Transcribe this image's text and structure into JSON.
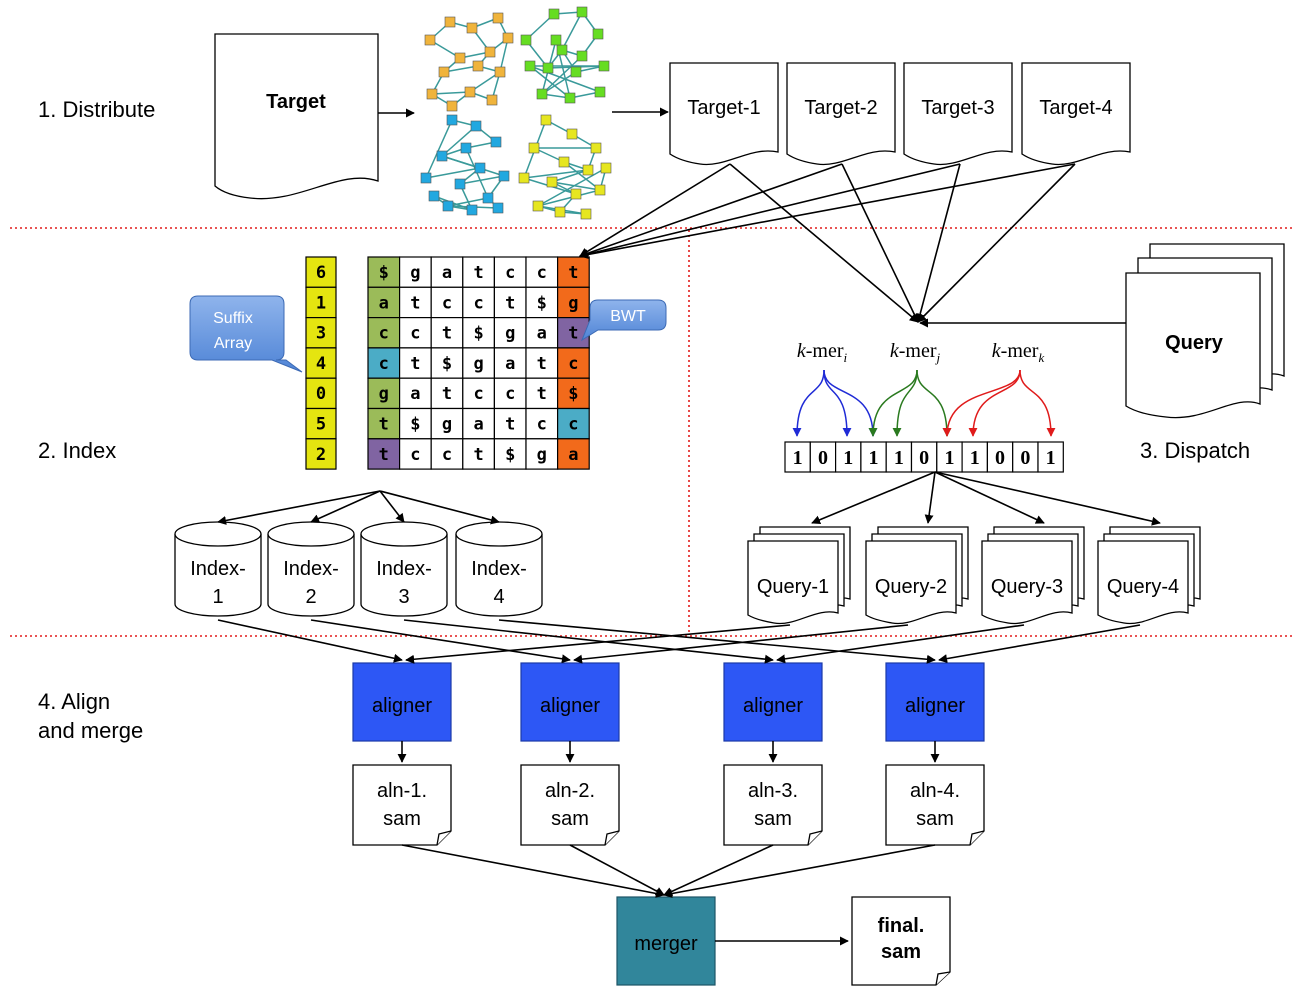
{
  "stages": {
    "distribute": "1. Distribute",
    "index": "2. Index",
    "dispatch": "3. Dispatch",
    "align_line1": "4. Align",
    "align_line2": "and merge"
  },
  "target": {
    "label": "Target"
  },
  "target_parts": [
    "Target-1",
    "Target-2",
    "Target-3",
    "Target-4"
  ],
  "bwt_matrix": {
    "suffix_array": [
      "6",
      "1",
      "3",
      "4",
      "0",
      "5",
      "2"
    ],
    "rows": [
      [
        "$",
        "g",
        "a",
        "t",
        "c",
        "c",
        "t"
      ],
      [
        "a",
        "t",
        "c",
        "c",
        "t",
        "$",
        "g"
      ],
      [
        "c",
        "c",
        "t",
        "$",
        "g",
        "a",
        "t"
      ],
      [
        "c",
        "t",
        "$",
        "g",
        "a",
        "t",
        "c"
      ],
      [
        "g",
        "a",
        "t",
        "c",
        "c",
        "t",
        "$"
      ],
      [
        "t",
        "$",
        "g",
        "a",
        "t",
        "c",
        "c"
      ],
      [
        "t",
        "c",
        "c",
        "t",
        "$",
        "g",
        "a"
      ]
    ],
    "first_col_colors": [
      "#9bbb59",
      "#9bbb59",
      "#9bbb59",
      "#4bacc6",
      "#9bbb59",
      "#9bbb59",
      "#8064a2"
    ],
    "last_col_colors": [
      "#f26a1b",
      "#f26a1b",
      "#8064a2",
      "#f26a1b",
      "#f26a1b",
      "#4bacc6",
      "#f26a1b"
    ],
    "suffix_color": "#e5e510"
  },
  "callouts": {
    "suffix_array_line1": "Suffix",
    "suffix_array_line2": "Array",
    "bwt": "BWT"
  },
  "indexes": [
    {
      "line1": "Index-",
      "line2": "1"
    },
    {
      "line1": "Index-",
      "line2": "2"
    },
    {
      "line1": "Index-",
      "line2": "3"
    },
    {
      "line1": "Index-",
      "line2": "4"
    }
  ],
  "query": {
    "label": "Query"
  },
  "kmers": [
    {
      "text": "k",
      "suffix": "-mer",
      "sub": "i",
      "color": "#1f2bd6"
    },
    {
      "text": "k",
      "suffix": "-mer",
      "sub": "j",
      "color": "#2a7a1f"
    },
    {
      "text": "k",
      "suffix": "-mer",
      "sub": "k",
      "color": "#e01b1b"
    }
  ],
  "bit_array": [
    "1",
    "0",
    "1",
    "1",
    "1",
    "0",
    "1",
    "1",
    "0",
    "0",
    "1"
  ],
  "query_parts": [
    "Query-1",
    "Query-2",
    "Query-3",
    "Query-4"
  ],
  "aligners": [
    "aligner",
    "aligner",
    "aligner",
    "aligner"
  ],
  "sam_files": [
    {
      "line1": "aln-1.",
      "line2": "sam"
    },
    {
      "line1": "aln-2.",
      "line2": "sam"
    },
    {
      "line1": "aln-3.",
      "line2": "sam"
    },
    {
      "line1": "aln-4.",
      "line2": "sam"
    }
  ],
  "merger": "merger",
  "final": {
    "line1": "final.",
    "line2": "sam"
  },
  "colors": {
    "aligner": "#2d57f5",
    "merger": "#31869b",
    "divider": "#e21b1b",
    "callout": "#5b8fd9",
    "graph_nodes": [
      "#f0b43c",
      "#66dd22",
      "#22a8e0",
      "#e6e620"
    ],
    "graph_edge": "#3a9a9a"
  }
}
